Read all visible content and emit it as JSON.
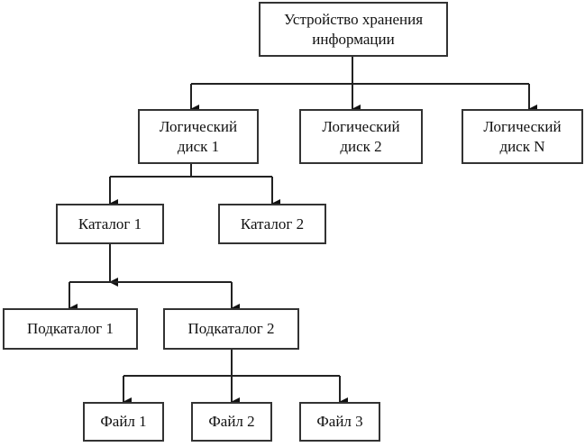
{
  "diagram": {
    "root": "Устройство хранения\nинформации",
    "disk1": "Логический\nдиск 1",
    "disk2": "Логический\nдиск 2",
    "diskN": "Логический\nдиск N",
    "catalog1": "Каталог 1",
    "catalog2": "Каталог 2",
    "subcatalog1": "Подкаталог 1",
    "subcatalog2": "Подкаталог 2",
    "file1": "Файл 1",
    "file2": "Файл 2",
    "file3": "Файл 3"
  }
}
